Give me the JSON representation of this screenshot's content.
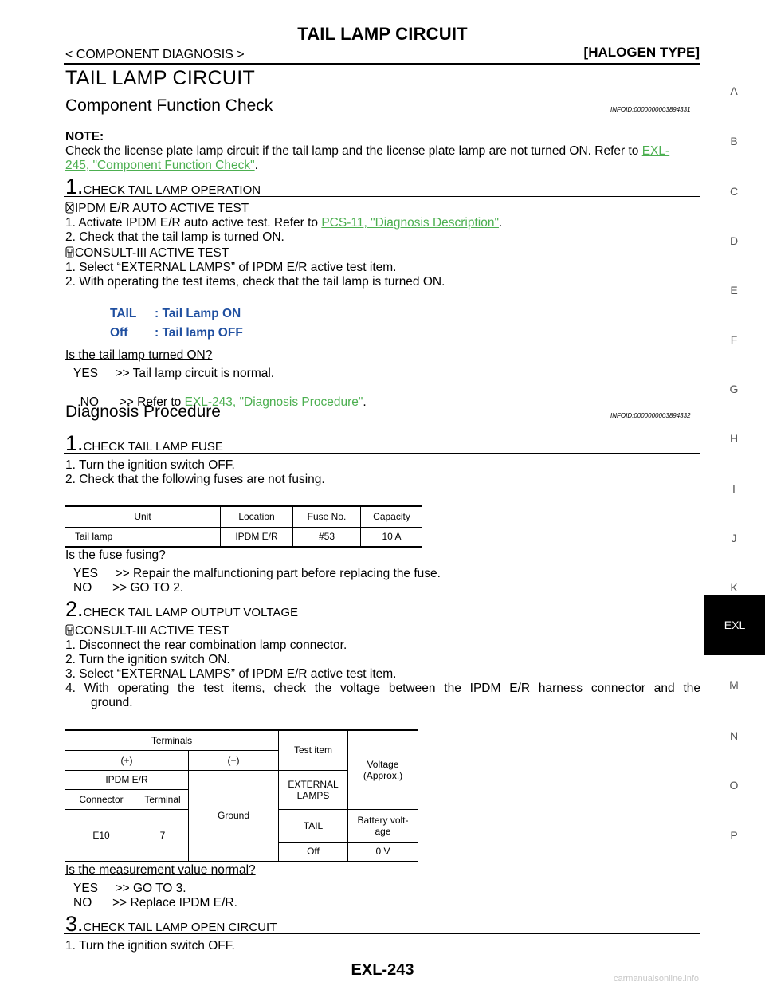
{
  "header": {
    "title": "TAIL LAMP CIRCUIT",
    "breadcrumb": "< COMPONENT DIAGNOSIS >",
    "type_tag": "[HALOGEN TYPE]"
  },
  "page_title": "TAIL LAMP CIRCUIT",
  "sections": {
    "component_check": {
      "title": "Component Function Check",
      "infoid": "INFOID:0000000003894331",
      "note_label": "NOTE:",
      "note_text": "Check the license plate lamp circuit if the tail lamp and the license plate lamp are not turned ON. Refer to ",
      "note_link_1": "EXL-",
      "note_link_2": "245, \"Component Function Check\"",
      "note_end": ".",
      "step1": {
        "num": "1.",
        "title": "CHECK TAIL LAMP OPERATION",
        "ipdm_heading": "IPDM E/R AUTO ACTIVE TEST",
        "ipdm_l1_pre": "1.  Activate IPDM E/R auto active test. Refer to ",
        "ipdm_l1_link": "PCS-11, \"Diagnosis Description\"",
        "ipdm_l1_end": ".",
        "ipdm_l2": "2.  Check that the tail lamp is turned ON.",
        "consult_heading": "CONSULT-III ACTIVE TEST",
        "consult_l1": "1.  Select “EXTERNAL LAMPS” of IPDM E/R active test item.",
        "consult_l2": "2.  With operating the test items, check that the tail lamp is turned ON.",
        "sig1_name": "TAIL",
        "sig1_val": ": Tail Lamp ON",
        "sig2_name": "Off",
        "sig2_val": ": Tail lamp OFF",
        "question": "Is the tail lamp turned ON?",
        "yes": "YES     >> Tail lamp circuit is normal.",
        "no_pre": "NO      >> Refer to ",
        "no_link": "EXL-243, \"Diagnosis Procedure\"",
        "no_end": "."
      }
    },
    "diag_procedure": {
      "title": "Diagnosis Procedure",
      "infoid": "INFOID:0000000003894332",
      "step1": {
        "num": "1.",
        "title": "CHECK TAIL LAMP FUSE",
        "l1": "1.  Turn the ignition switch OFF.",
        "l2": "2.  Check that the following fuses are not fusing.",
        "table": {
          "headers": [
            "Unit",
            "Location",
            "Fuse No.",
            "Capacity"
          ],
          "row": [
            "Tail lamp",
            "IPDM  E/R",
            "#53",
            "10 A"
          ]
        },
        "question": "Is the fuse fusing?",
        "yes": "YES     >> Repair the malfunctioning part before replacing the fuse.",
        "no": "NO      >> GO TO 2."
      },
      "step2": {
        "num": "2.",
        "title": "CHECK TAIL LAMP OUTPUT VOLTAGE",
        "consult_heading": "CONSULT-III ACTIVE TEST",
        "l1": "1.  Disconnect the rear combination lamp connector.",
        "l2": "2.  Turn the ignition switch ON.",
        "l3": "3.  Select “EXTERNAL LAMPS” of IPDM E/R active test item.",
        "l4a": "4.  With operating the test items, check the voltage between the IPDM E/R harness connector and the",
        "l4b": "ground.",
        "table": {
          "terminals": "Terminals",
          "plus": "(+)",
          "minus": "(−)",
          "test_item": "Test item",
          "voltage": "Voltage\n(Approx.)",
          "ipdm": "IPDM E/R",
          "connector": "Connector",
          "terminal": "Terminal",
          "ground": "Ground",
          "external_lamps": "EXTERNAL\nLAMPS",
          "e10": "E10",
          "seven": "7",
          "tail": "TAIL",
          "battery": "Battery volt-\nage",
          "off": "Off",
          "zero_v": "0 V"
        },
        "question": "Is the measurement value normal?",
        "yes": "YES     >> GO TO 3.",
        "no": "NO      >> Replace IPDM E/R."
      },
      "step3": {
        "num": "3.",
        "title": "CHECK TAIL LAMP OPEN CIRCUIT",
        "l1": "1.  Turn the ignition switch OFF."
      }
    }
  },
  "side_index": [
    "A",
    "B",
    "C",
    "D",
    "E",
    "F",
    "G",
    "H",
    "I",
    "J",
    "K",
    "EXL",
    "M",
    "N",
    "O",
    "P"
  ],
  "footer": "EXL-243",
  "watermark": "carmanualsonline.info",
  "icons": {
    "ipdm": "crossed-tool-icon",
    "consult": "consult-icon"
  },
  "colors": {
    "link": "#4caf50",
    "signal": "#1f4fa0",
    "tab_bg": "#000000"
  }
}
